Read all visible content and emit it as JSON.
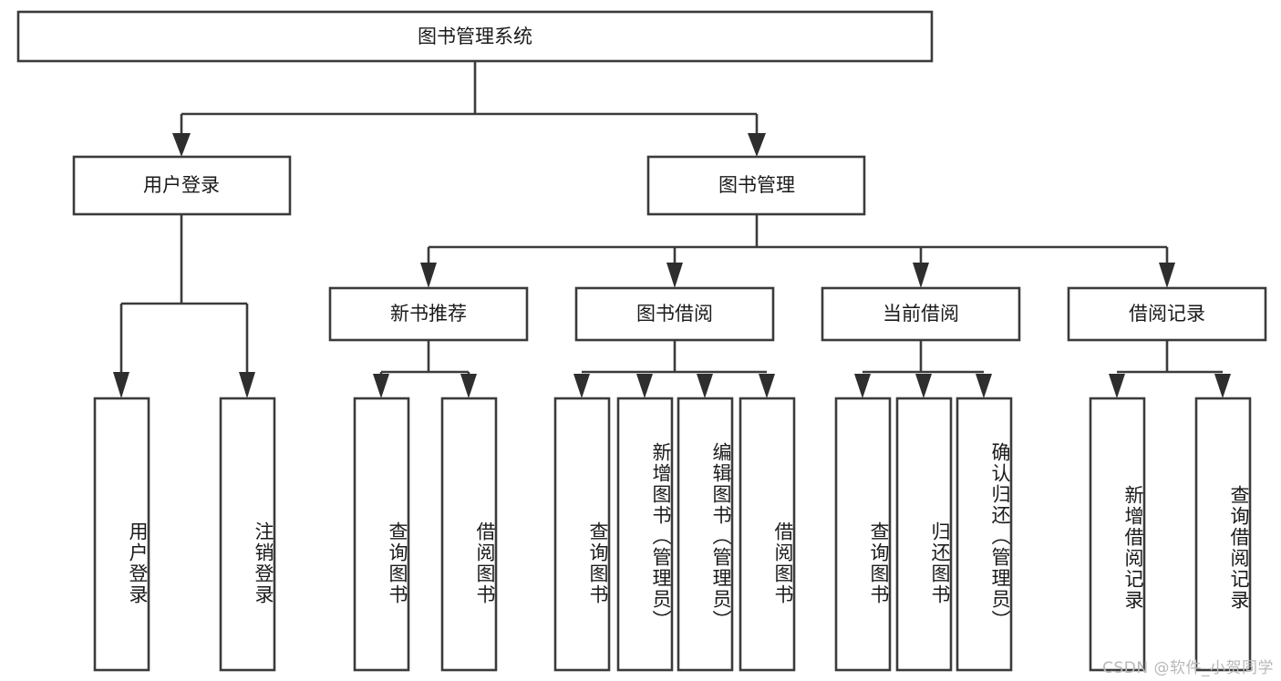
{
  "diagram": {
    "title": "图书管理系统",
    "type": "tree-hierarchy-chart",
    "root": {
      "label": "图书管理系统"
    },
    "level2": [
      {
        "label": "用户登录"
      },
      {
        "label": "图书管理"
      }
    ],
    "level3": [
      {
        "label": "新书推荐"
      },
      {
        "label": "图书借阅"
      },
      {
        "label": "当前借阅"
      },
      {
        "label": "借阅记录"
      }
    ],
    "leaves": {
      "user_login": [
        {
          "label": "用户登录"
        },
        {
          "label": "注销登录"
        }
      ],
      "new_book_recommend": [
        {
          "label": "查询图书"
        },
        {
          "label": "借阅图书"
        }
      ],
      "book_borrow": [
        {
          "label": "查询图书"
        },
        {
          "label": "新增图书（管理员）"
        },
        {
          "label": "编辑图书（管理员）"
        },
        {
          "label": "借阅图书"
        }
      ],
      "current_borrow": [
        {
          "label": "查询图书"
        },
        {
          "label": "归还图书"
        },
        {
          "label": "确认归还（管理员）"
        }
      ],
      "borrow_record": [
        {
          "label": "新增借阅记录"
        },
        {
          "label": "查询借阅记录"
        }
      ]
    }
  },
  "watermark": {
    "text": "CSDN @软件_小贺同学"
  },
  "colors": {
    "box_stroke": "#3b3b3b",
    "connector": "#3b3b3b",
    "background": "#ffffff",
    "text": "#1a1a1a",
    "watermark": "#b8b8b8"
  }
}
